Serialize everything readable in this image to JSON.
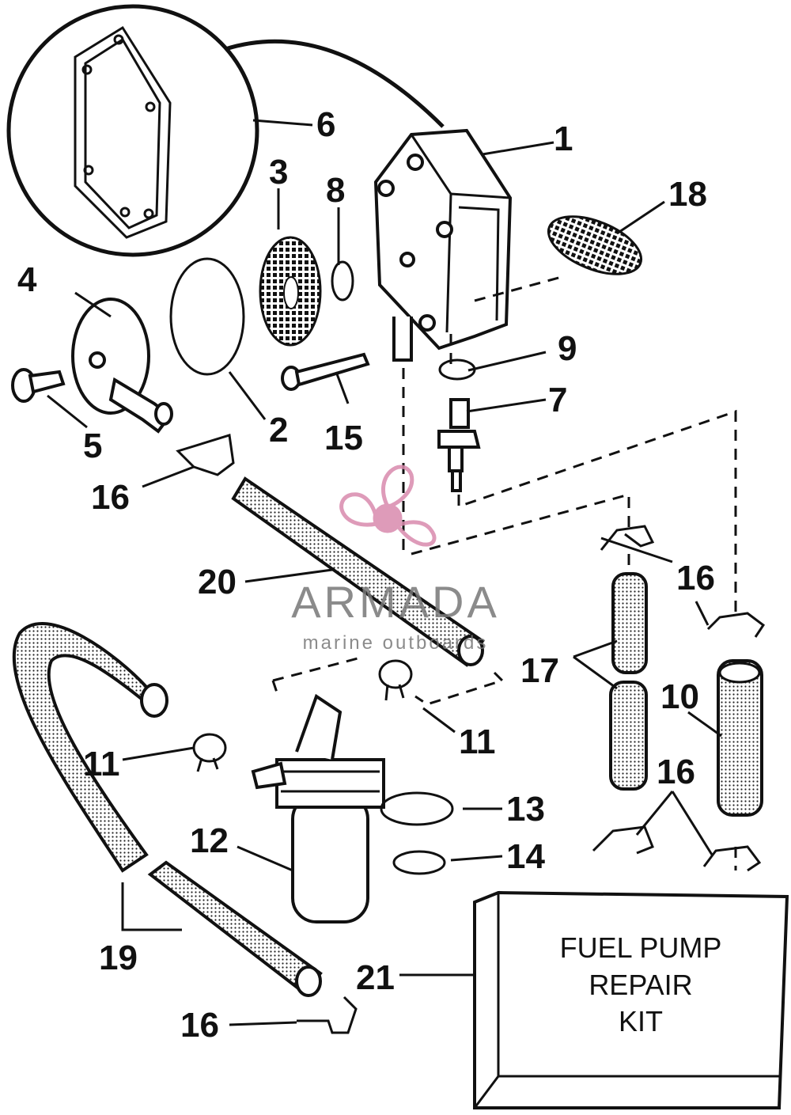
{
  "labels": {
    "p1": "1",
    "p2": "2",
    "p3": "3",
    "p4": "4",
    "p5": "5",
    "p6": "6",
    "p7": "7",
    "p8": "8",
    "p9": "9",
    "p10": "10",
    "p11a": "11",
    "p11b": "11",
    "p12": "12",
    "p13": "13",
    "p14": "14",
    "p15": "15",
    "p16a": "16",
    "p16b": "16",
    "p16c": "16",
    "p16d": "16",
    "p17": "17",
    "p18": "18",
    "p19": "19",
    "p20": "20",
    "p21": "21"
  },
  "kit": {
    "line1": "FUEL PUMP",
    "line2": "REPAIR",
    "line3": "KIT"
  },
  "watermark": {
    "brand": "ARMADA",
    "tagline": "marine outboards",
    "color": "#d98aad",
    "text_color": "#777777"
  }
}
